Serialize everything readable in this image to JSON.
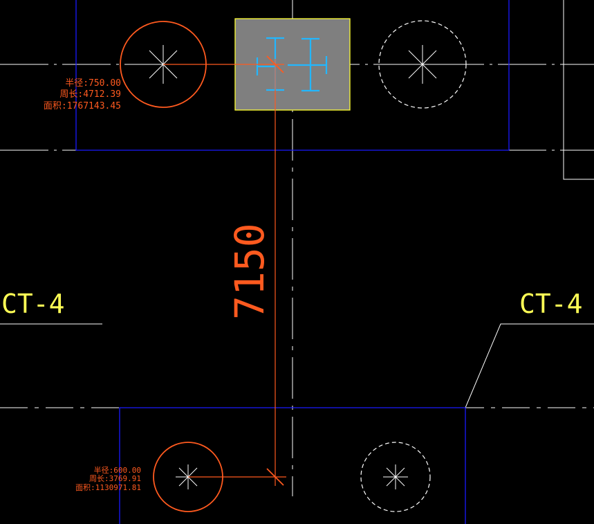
{
  "colors": {
    "background": "#000000",
    "grid": "#ffffff",
    "frame": "#1a1aff",
    "measure": "#ff5a1f",
    "label": "#ffff55",
    "selection_fill": "#7f7f7f",
    "selection_border": "#ffff33",
    "steel": "#22b7ff"
  },
  "top_pile": {
    "radius_line": "半径:750.00",
    "perimeter_line": "周长:4712.39",
    "area_line": "面积:1767143.45"
  },
  "bottom_pile": {
    "radius_line": "半径:600.00",
    "perimeter_line": "周长:3769.91",
    "area_line": "面积:1130971.81"
  },
  "dimension": {
    "value": "7150"
  },
  "labels": {
    "left_tag": "CT-4",
    "right_tag": "CT-4"
  }
}
